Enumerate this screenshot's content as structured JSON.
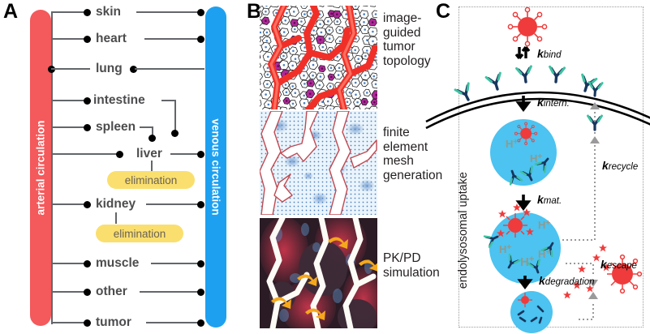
{
  "figure": {
    "panels": [
      {
        "id": "A",
        "label": "A"
      },
      {
        "id": "B",
        "label": "B"
      },
      {
        "id": "C",
        "label": "C"
      }
    ]
  },
  "panelA": {
    "label": "A",
    "arterial_label": "arterial circulation",
    "venous_label": "venous circulation",
    "arterial_color": "#f4595b",
    "venous_color": "#1ea0f0",
    "elimination_color": "#fadf6e",
    "organs": [
      {
        "name": "skin"
      },
      {
        "name": "heart"
      },
      {
        "name": "lung"
      },
      {
        "name": "intestine"
      },
      {
        "name": "spleen"
      },
      {
        "name": "liver"
      },
      {
        "name": "kidney"
      },
      {
        "name": "muscle"
      },
      {
        "name": "other"
      },
      {
        "name": "tumor"
      }
    ],
    "elimination": [
      {
        "label": "elimination",
        "organ": "liver"
      },
      {
        "label": "elimination",
        "organ": "kidney"
      }
    ]
  },
  "panelB": {
    "label": "B",
    "steps": [
      {
        "caption": "image-\nguided\ntumor\ntopology",
        "caption_lines": [
          "image-",
          "guided",
          "tumor",
          "topology"
        ]
      },
      {
        "caption": "finite\nelement\nmesh\ngeneration",
        "caption_lines": [
          "finite",
          "element",
          "mesh",
          "generation"
        ]
      },
      {
        "caption": "PK/PD\nsimulation",
        "caption_lines": [
          "PK/PD",
          "simulation"
        ]
      }
    ]
  },
  "panelC": {
    "label": "C",
    "axis_label": "endolysosomal uptake",
    "rates": [
      {
        "k": "k",
        "sub": "bind"
      },
      {
        "k": "k",
        "sub": "intern."
      },
      {
        "k": "k",
        "sub": "mat."
      },
      {
        "k": "k",
        "sub": "degradation"
      },
      {
        "k": "k",
        "sub": "recycle"
      },
      {
        "k": "k",
        "sub": "escape"
      }
    ],
    "proton_label": "H",
    "proton_charge": "+",
    "endosome_color": "#4cc3f0",
    "nanoparticle_color": "#ef3b3b",
    "antibody_colors": {
      "heavy": "#17365d",
      "light": "#3fc1a0"
    }
  }
}
